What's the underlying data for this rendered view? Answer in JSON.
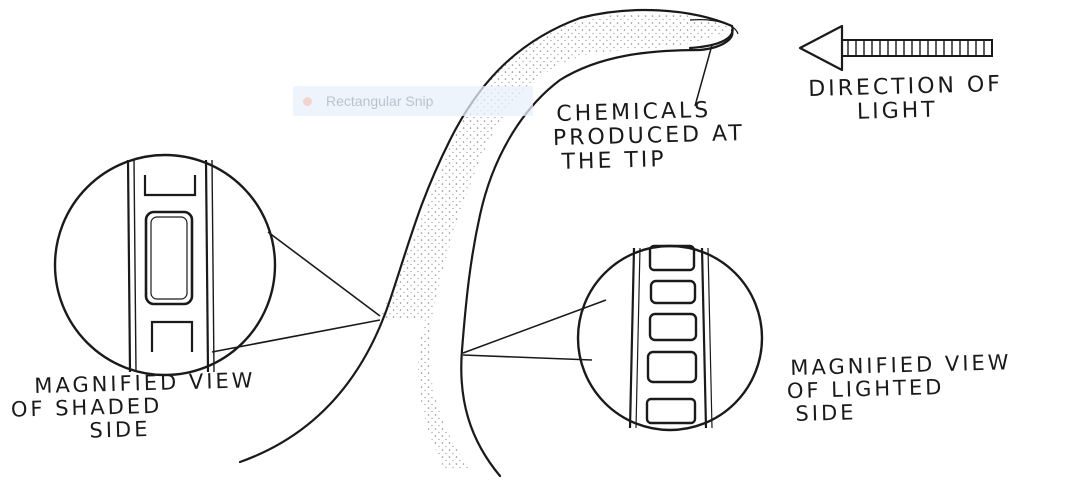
{
  "overlay": {
    "tool_label": "Rectangular Snip",
    "dot_color": "#f3d3cd"
  },
  "labels": {
    "direction_of_light": [
      "DIRECTION OF",
      "LIGHT"
    ],
    "chemicals": [
      "CHEMICALS",
      "PRODUCED AT",
      "THE TIP"
    ],
    "shaded_side": [
      "MAGNIFIED VIEW",
      "OF SHADED",
      "SIDE"
    ],
    "lighted_side": [
      "MAGNIFIED VIEW",
      "OF LIGHTED",
      "SIDE"
    ]
  },
  "colors": {
    "ink": "#1a1a1a",
    "paper": "#ffffff"
  }
}
